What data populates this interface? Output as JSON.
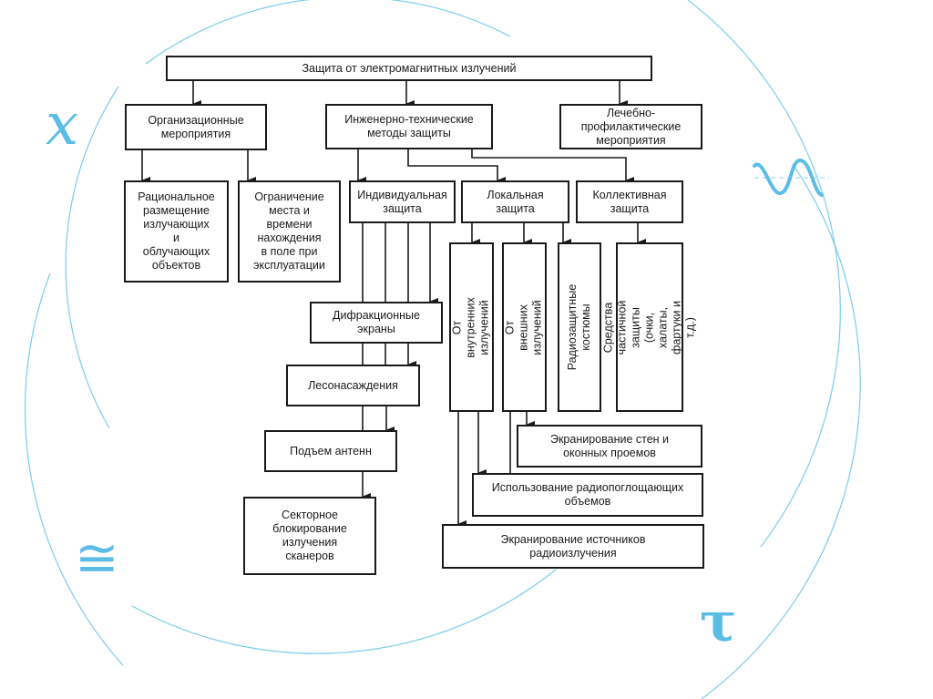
{
  "diagram": {
    "root": "Защита от электромагнитных излучений",
    "level1": {
      "organizational": "Организационные\nмероприятия",
      "engineering": "Инженерно-технические\nметоды защиты",
      "medical": "Лечебно-\nпрофилактические\nмероприятия"
    },
    "organizational_children": {
      "placement": "Рациональное\nразмещение\nизлучающих\nи\nоблучающих\nобъектов",
      "limit": "Ограничение\nместа и\nвремени\nнахождения\nв поле при\nэксплуатации"
    },
    "engineering_children": {
      "individual": "Индивидуальная\nзащита",
      "local": "Локальная\nзащита",
      "collective": "Коллективная\nзащита"
    },
    "individual_chain": {
      "diffraction": "Дифракционные\nэкраны",
      "forest": "Лесонасаждения",
      "antenna": "Подъем антенн",
      "sector": "Секторное\nблокирование\nизлучения\nсканеров"
    },
    "local_children": {
      "internal": "От внутренних излучений",
      "external": "От внешних излучений",
      "suits": "Радиозащитные\nкостюмы"
    },
    "collective_children": {
      "partial": "Средства частичной\nзащиты (очки, халаты,\nфартуки и т.д.)"
    },
    "bottom": {
      "walls": "Экранирование стен и\nоконных проемов",
      "absorbing": "Использование радиопоглощающих\nобъемов",
      "sources": "Экранирование источников\nрадиоизлучения"
    }
  },
  "decorations": {
    "symbols": {
      "x": "x",
      "wave": "sine-wave",
      "approx": "≅",
      "tau": "τ"
    },
    "accent_color": "#5bbde6"
  }
}
